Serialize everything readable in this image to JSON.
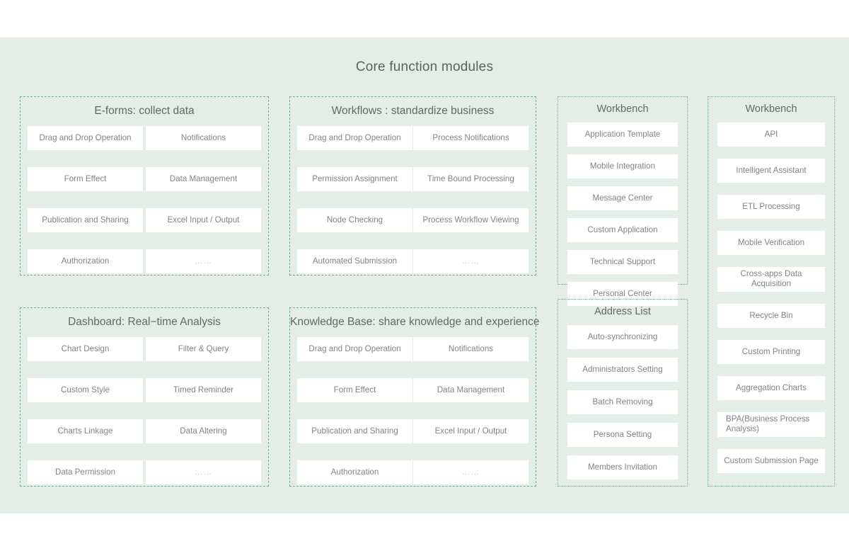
{
  "page": {
    "title": "Core function modules",
    "background_color": "#e4eee6",
    "border_color": "#63b78f",
    "card_background": "#ffffff",
    "text_color": "#818486",
    "title_color": "#5e6163",
    "ellipsis": "……"
  },
  "panels": [
    {
      "id": "eforms",
      "title": "E-forms: collect data",
      "layout": "two-column",
      "items": [
        "Drag and Drop Operation",
        "Notifications",
        "Form Effect",
        "Data Management",
        "Publication and Sharing",
        "Excel Input / Output",
        "Authorization",
        "……"
      ]
    },
    {
      "id": "workflows",
      "title": "Workflows : standardize business",
      "layout": "two-column",
      "items": [
        "Drag and Drop Operation",
        "Process Notifications",
        "Permission Assignment",
        "Time Bound Processing",
        "Node Checking",
        "Process Workflow Viewing",
        "Automated Submission",
        "……"
      ]
    },
    {
      "id": "workbench-a",
      "title": "Workbench",
      "layout": "single-column",
      "items": [
        "Application Template",
        "Mobile Integration",
        "Message Center",
        "Custom Application",
        "Technical Support",
        "Personal Center"
      ]
    },
    {
      "id": "workbench-b",
      "title": "Workbench",
      "layout": "single-column",
      "items": [
        "API",
        "Intelligent Assistant",
        "ETL Processing",
        "Mobile Verification",
        "Cross-apps Data Acquisition",
        "Recycle Bin",
        "Custom Printing",
        "Aggregation Charts",
        "BPA(Business Process Analysis)",
        "Custom Submission Page"
      ]
    },
    {
      "id": "dashboard",
      "title": "Dashboard: Real−time Analysis",
      "layout": "two-column",
      "items": [
        "Chart Design",
        "Filter & Query",
        "Custom Style",
        "Timed Reminder",
        "Charts Linkage",
        "Data Altering",
        "Data Permission",
        "……"
      ]
    },
    {
      "id": "knowledge",
      "title": "Knowledge Base: share knowledge and experience",
      "layout": "two-column",
      "items": [
        "Drag and Drop Operation",
        "Notifications",
        "Form Effect",
        "Data Management",
        "Publication and Sharing",
        "Excel Input / Output",
        "Authorization",
        "……"
      ]
    },
    {
      "id": "address",
      "title": "Address List",
      "layout": "single-column",
      "items": [
        "Auto-synchronizing",
        "Administrators Setting",
        "Batch Removing",
        "Persona Setting",
        "Members Invitation"
      ]
    }
  ]
}
